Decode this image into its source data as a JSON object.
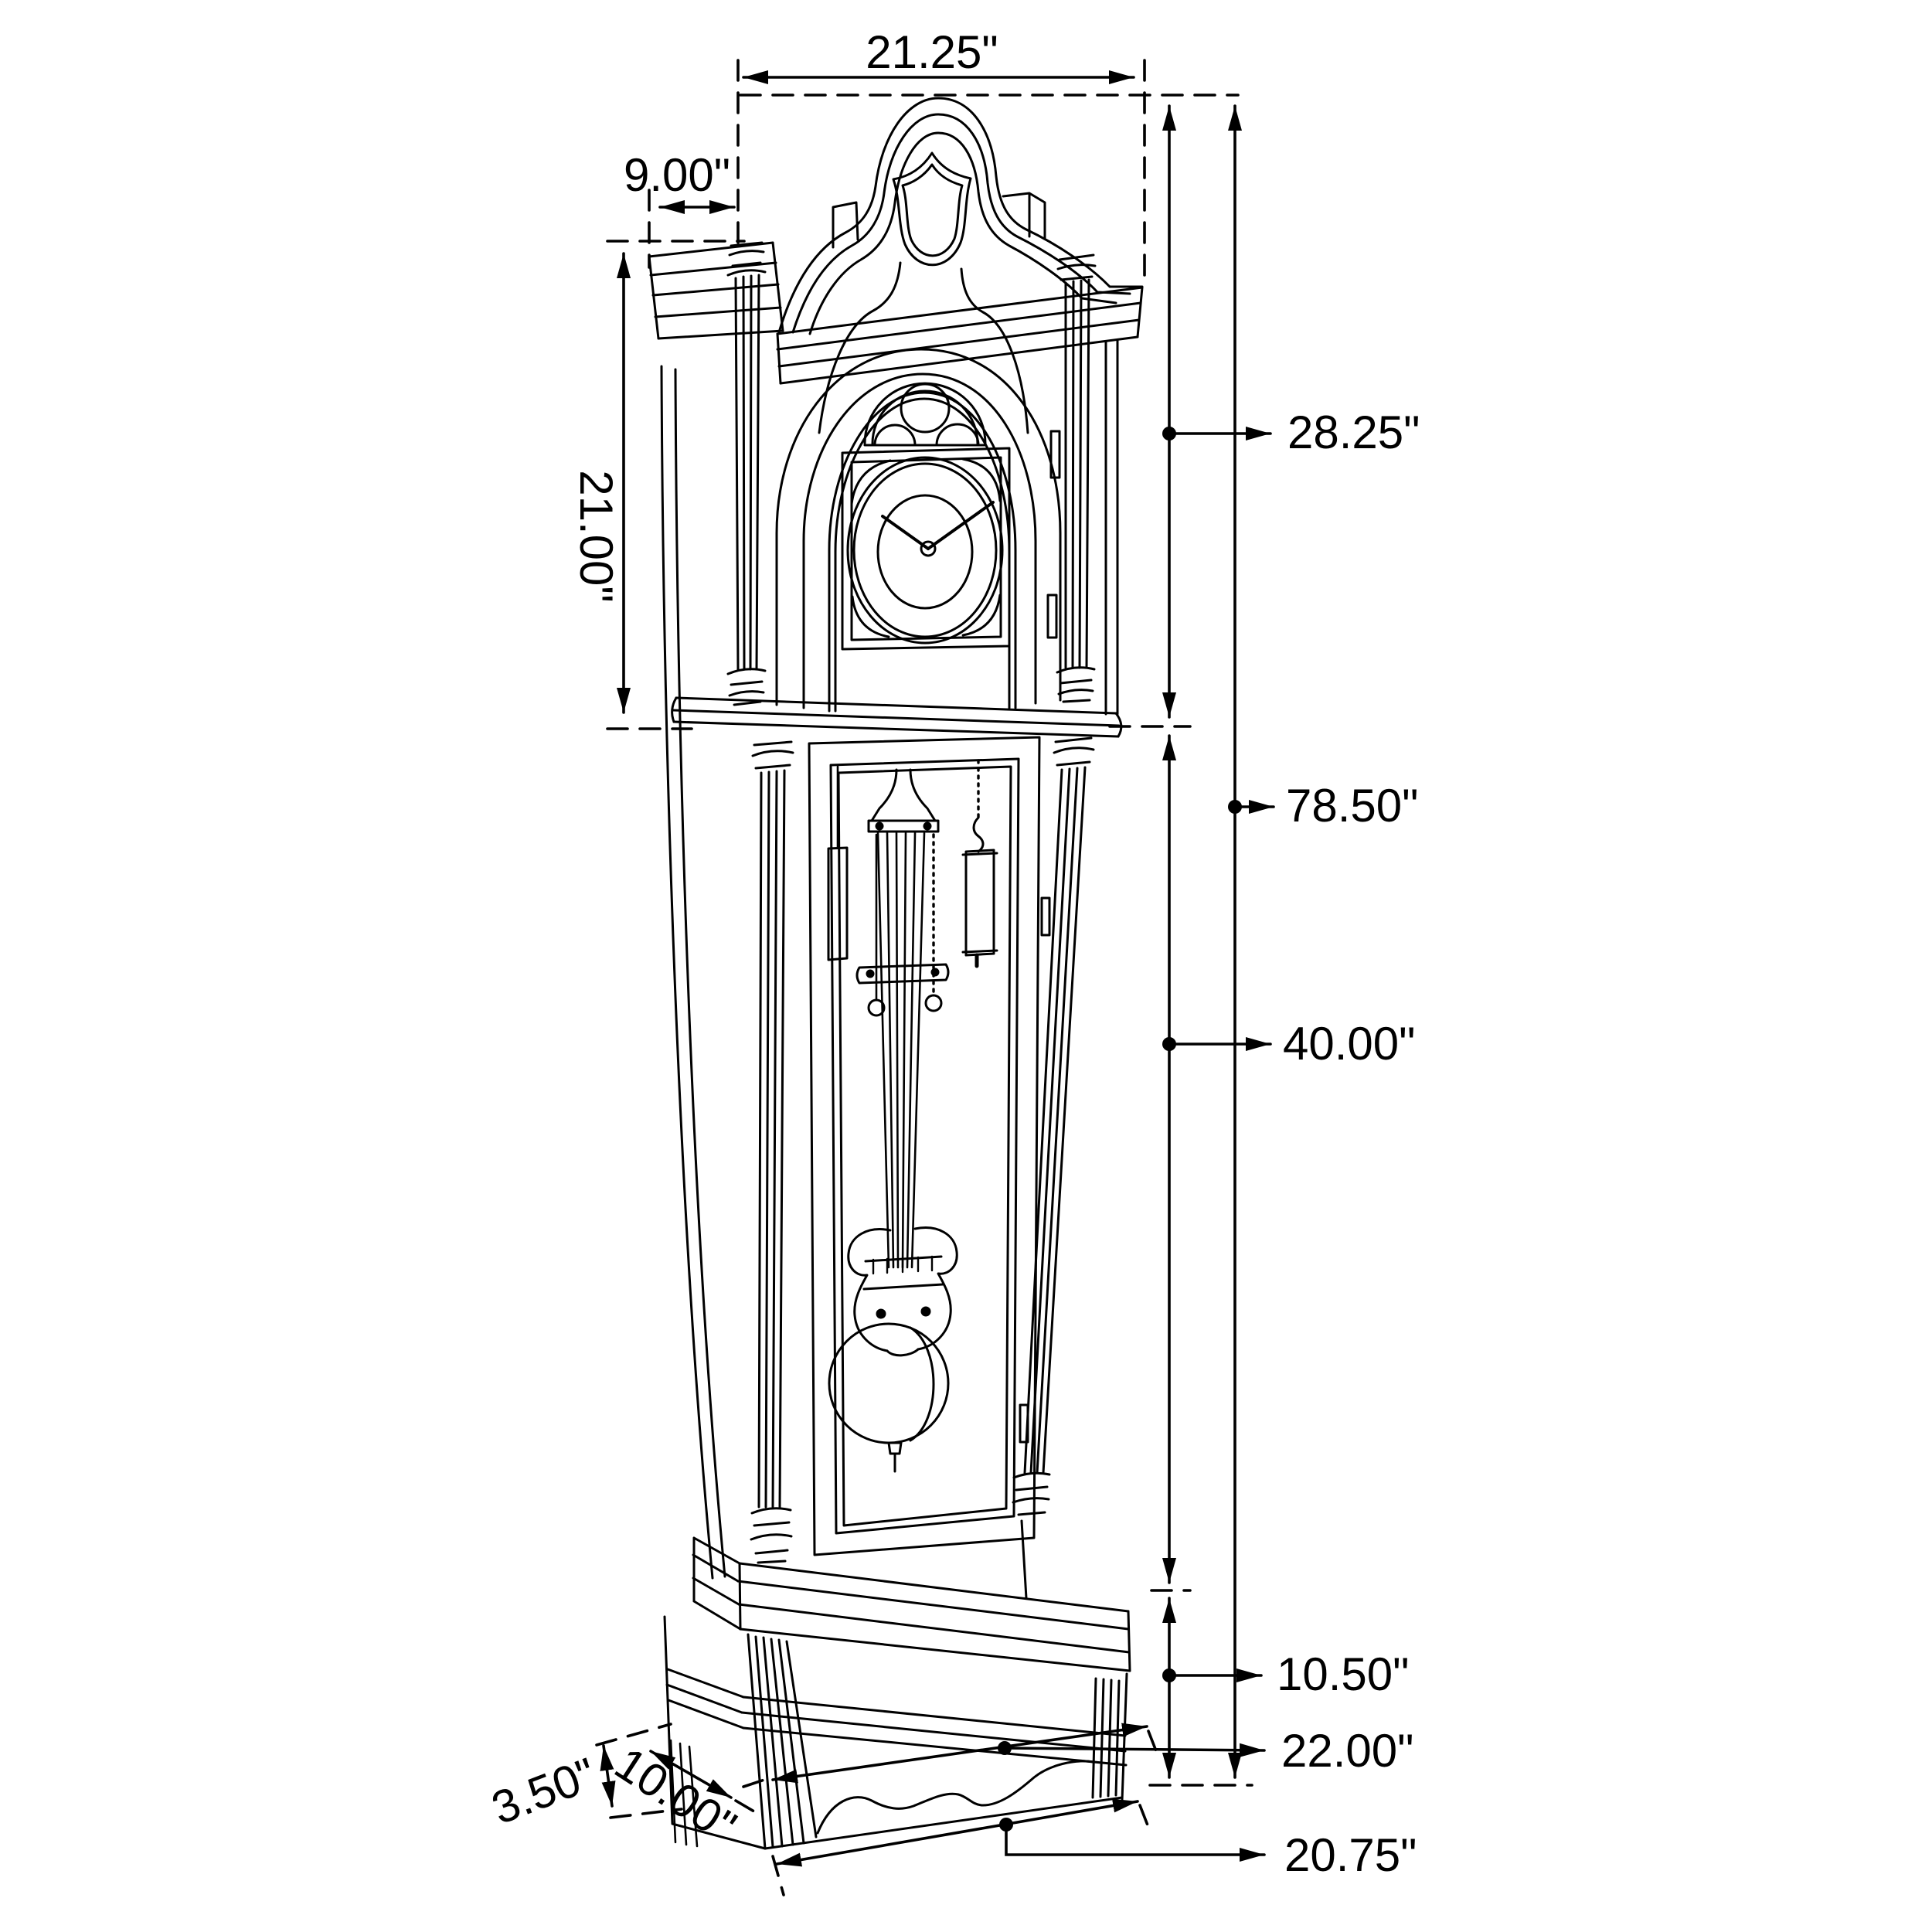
{
  "colors": {
    "background": "#ffffff",
    "ink": "#000000"
  },
  "dims": {
    "top_width": "21.25\"",
    "hood_depth": "9.00\"",
    "hood_side_height": "21.00\"",
    "upper_height": "28.25\"",
    "overall_height": "78.50\"",
    "middle_height": "40.00\"",
    "base_height": "10.50\"",
    "base_width": "22.00\"",
    "base_bottom_width": "20.75\"",
    "skirt_height": "3.50\"",
    "base_depth": "10.00\""
  }
}
